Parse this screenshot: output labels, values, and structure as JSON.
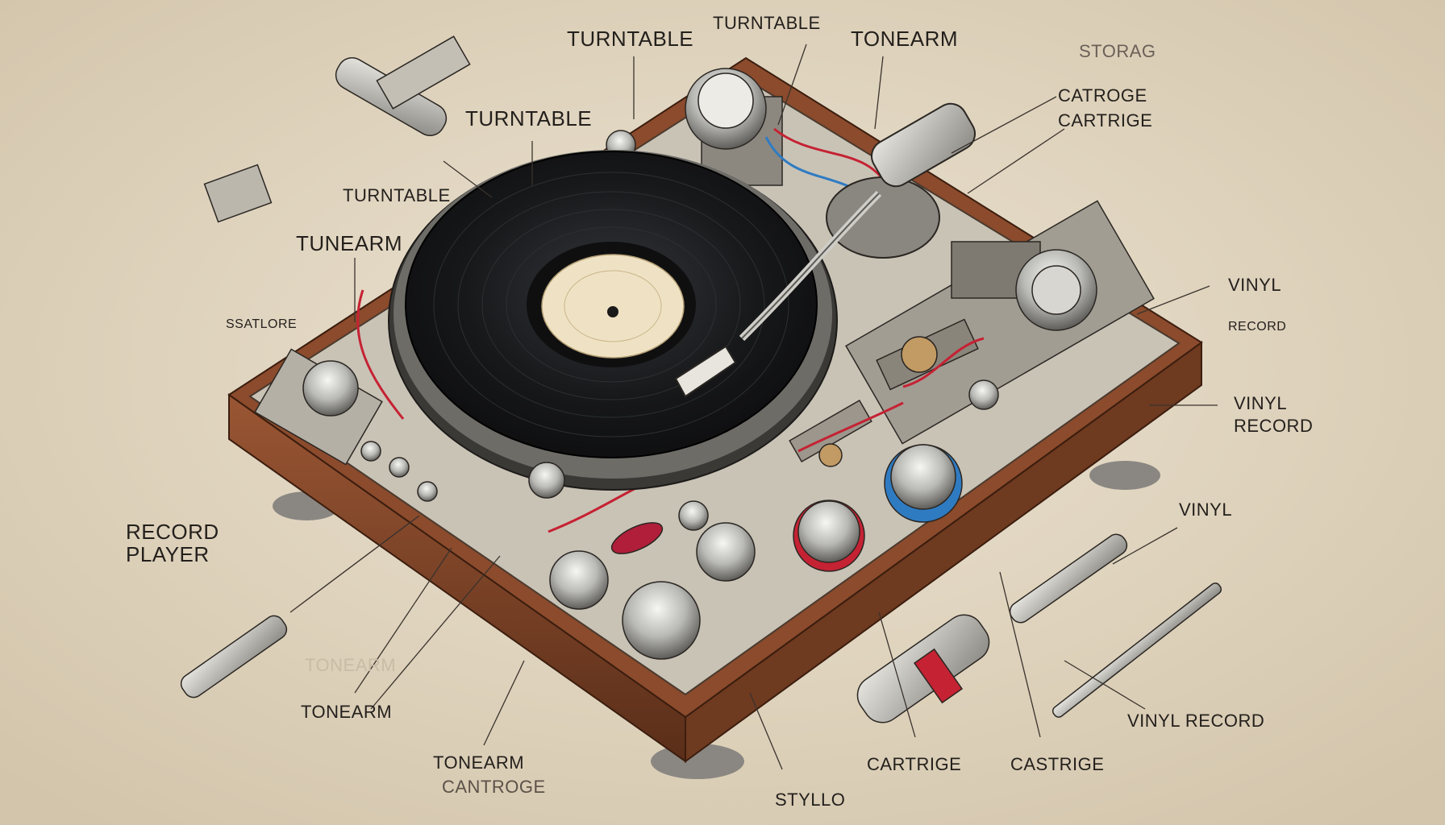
{
  "labels": {
    "turntable_top_a": "TURNTABLE",
    "turntable_top_b": "TURNTABLE",
    "tonearm_top": "TONEARM",
    "storage_top": "STORAG",
    "catroge": "CATROGE",
    "cartrige_top": "CARTRIGE",
    "turntable_mid": "TURNTABLE",
    "turntable_small": "TURNTABLE",
    "tunearm": "TUNEARM",
    "ssatlore": "SSATLORE",
    "vinyl_a": "VINYL",
    "record_a": "RECORD",
    "vinyl_b": "VINYL",
    "record_b": "RECORD",
    "record_player_1": "RECORD",
    "record_player_2": "PLAYER",
    "vinyl_c": "VINYL",
    "tonearm_faded": "TONEARM",
    "tonearm_b": "TONEARM",
    "tonearm_c": "TONEARM",
    "cantroge": "CANTROGE",
    "stylo": "STYLLO",
    "cartrige_bottom": "CARTRIGE",
    "castrige": "CASTRIGE",
    "vinyl_record": "VINYL RECORD"
  },
  "colors": {
    "paper": "#e3d8c4",
    "ink": "#231f1c",
    "wood": "#7a4227",
    "vinyl": "#151618",
    "label": "#efe2c4",
    "metal": "#b9b9b7",
    "accent_red": "#c52233"
  }
}
